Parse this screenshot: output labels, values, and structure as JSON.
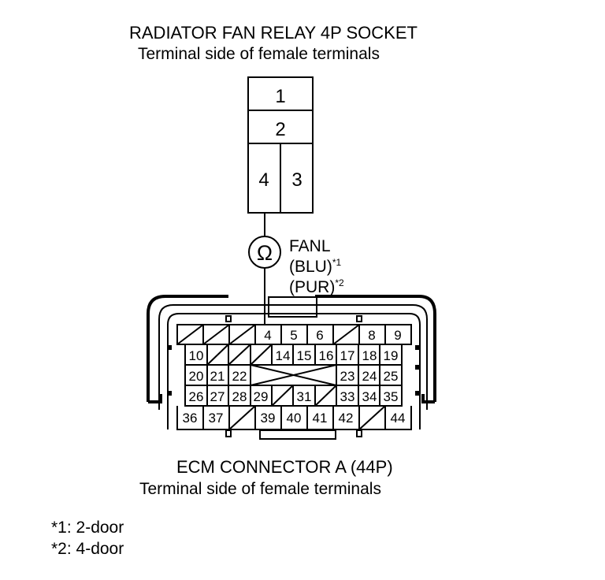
{
  "relay": {
    "title": "RADIATOR FAN RELAY 4P SOCKET",
    "subtitle": "Terminal side of female terminals",
    "terminals": [
      "1",
      "2",
      "4",
      "3"
    ]
  },
  "wire": {
    "symbol": "Ω",
    "signal": "FANL",
    "color1": "(BLU)",
    "mark1": "*1",
    "color2": "(PUR)",
    "mark2": "*2"
  },
  "ecm": {
    "title": "ECM CONNECTOR A (44P)",
    "subtitle": "Terminal side of female terminals",
    "rows": [
      [
        "",
        "",
        "",
        "4",
        "5",
        "6",
        "",
        "8",
        "9"
      ],
      [
        "10",
        "",
        "",
        "",
        "14",
        "15",
        "16",
        "17",
        "18",
        "19"
      ],
      [
        "20",
        "21",
        "22",
        "",
        "",
        "",
        "",
        "23",
        "24",
        "25"
      ],
      [
        "26",
        "27",
        "28",
        "29",
        "",
        "31",
        "",
        "33",
        "34",
        "35"
      ],
      [
        "36",
        "37",
        "",
        "39",
        "40",
        "41",
        "42",
        "",
        "44"
      ]
    ]
  },
  "notes": {
    "n1": "*1: 2-door",
    "n2": "*2: 4-door"
  }
}
